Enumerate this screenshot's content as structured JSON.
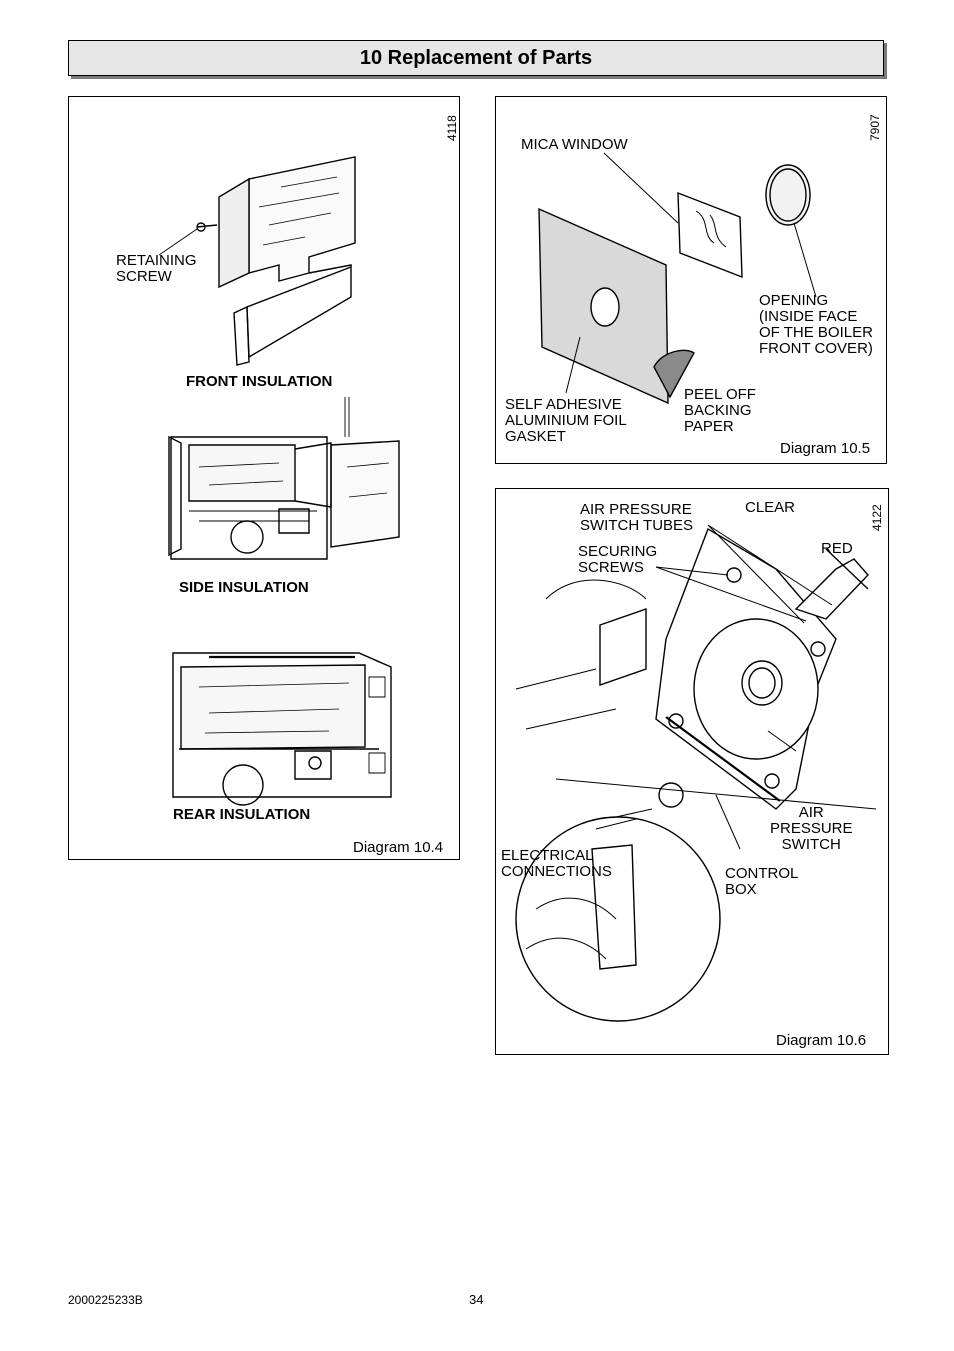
{
  "header": {
    "title": "10 Replacement of Parts"
  },
  "diagram_10_4": {
    "code": "4118",
    "retaining_screw": "RETAINING\nSCREW",
    "front_insulation": "FRONT INSULATION",
    "side_insulation": "SIDE INSULATION",
    "rear_insulation": "REAR INSULATION",
    "caption": "Diagram 10.4"
  },
  "diagram_10_5": {
    "code": "7907",
    "mica_window": "MICA WINDOW",
    "opening": "OPENING\n(INSIDE FACE\nOF THE BOILER\nFRONT COVER)",
    "gasket": "SELF ADHESIVE\nALUMINIUM FOIL\nGASKET",
    "peel_off": "PEEL OFF\nBACKING\nPAPER",
    "caption": "Diagram 10.5"
  },
  "diagram_10_6": {
    "code": "4122",
    "tubes": "AIR PRESSURE\nSWITCH TUBES",
    "clear": "CLEAR",
    "red": "RED",
    "securing_screws": "SECURING\nSCREWS",
    "air_pressure_switch": "AIR\nPRESSURE\nSWITCH",
    "electrical": "ELECTRICAL\nCONNECTIONS",
    "control_box": "CONTROL\nBOX",
    "caption": "Diagram 10.6"
  },
  "footer": {
    "doc_number": "2000225233B",
    "page_number": "34"
  }
}
